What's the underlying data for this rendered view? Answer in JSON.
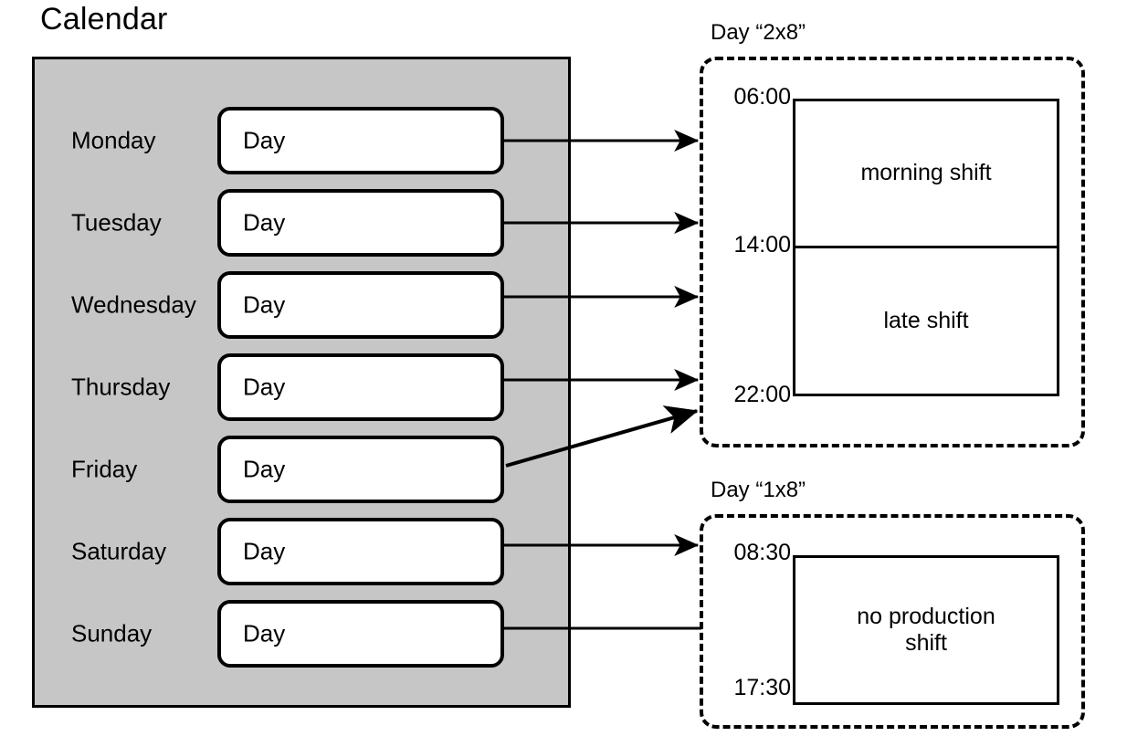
{
  "calendar": {
    "title": "Calendar",
    "box_label": "Day",
    "days": [
      {
        "label": "Monday",
        "box": "Day"
      },
      {
        "label": "Tuesday",
        "box": "Day"
      },
      {
        "label": "Wednesday",
        "box": "Day"
      },
      {
        "label": "Thursday",
        "box": "Day"
      },
      {
        "label": "Friday",
        "box": "Day"
      },
      {
        "label": "Saturday",
        "box": "Day"
      },
      {
        "label": "Sunday",
        "box": "Day"
      }
    ]
  },
  "shift_groups": [
    {
      "title": "Day “2x8”",
      "times": [
        "06:00",
        "14:00",
        "22:00"
      ],
      "shifts": [
        {
          "name": "morning shift",
          "start": "06:00",
          "end": "14:00"
        },
        {
          "name": "late shift",
          "start": "14:00",
          "end": "22:00"
        }
      ]
    },
    {
      "title": "Day “1x8”",
      "times": [
        "08:30",
        "17:30"
      ],
      "shifts": [
        {
          "name": "no production\nshift",
          "start": "08:30",
          "end": "17:30"
        }
      ]
    }
  ],
  "connections": [
    {
      "from": "Monday",
      "to": "Day “2x8”",
      "style": "straight",
      "arrowhead": true
    },
    {
      "from": "Tuesday",
      "to": "Day “2x8”",
      "style": "straight",
      "arrowhead": true
    },
    {
      "from": "Wednesday",
      "to": "Day “2x8”",
      "style": "straight",
      "arrowhead": true
    },
    {
      "from": "Thursday",
      "to": "Day “2x8”",
      "style": "straight",
      "arrowhead": true
    },
    {
      "from": "Friday",
      "to": "Day “2x8”",
      "style": "diagonal",
      "arrowhead": true
    },
    {
      "from": "Saturday",
      "to": "Day “1x8”",
      "style": "straight",
      "arrowhead": true
    },
    {
      "from": "Sunday",
      "to": "Day “1x8”",
      "style": "straight",
      "arrowhead": false
    }
  ],
  "colors": {
    "panel_fill": "#c6c6c6",
    "stroke": "#000000",
    "box_fill": "#ffffff",
    "background": "#ffffff"
  }
}
